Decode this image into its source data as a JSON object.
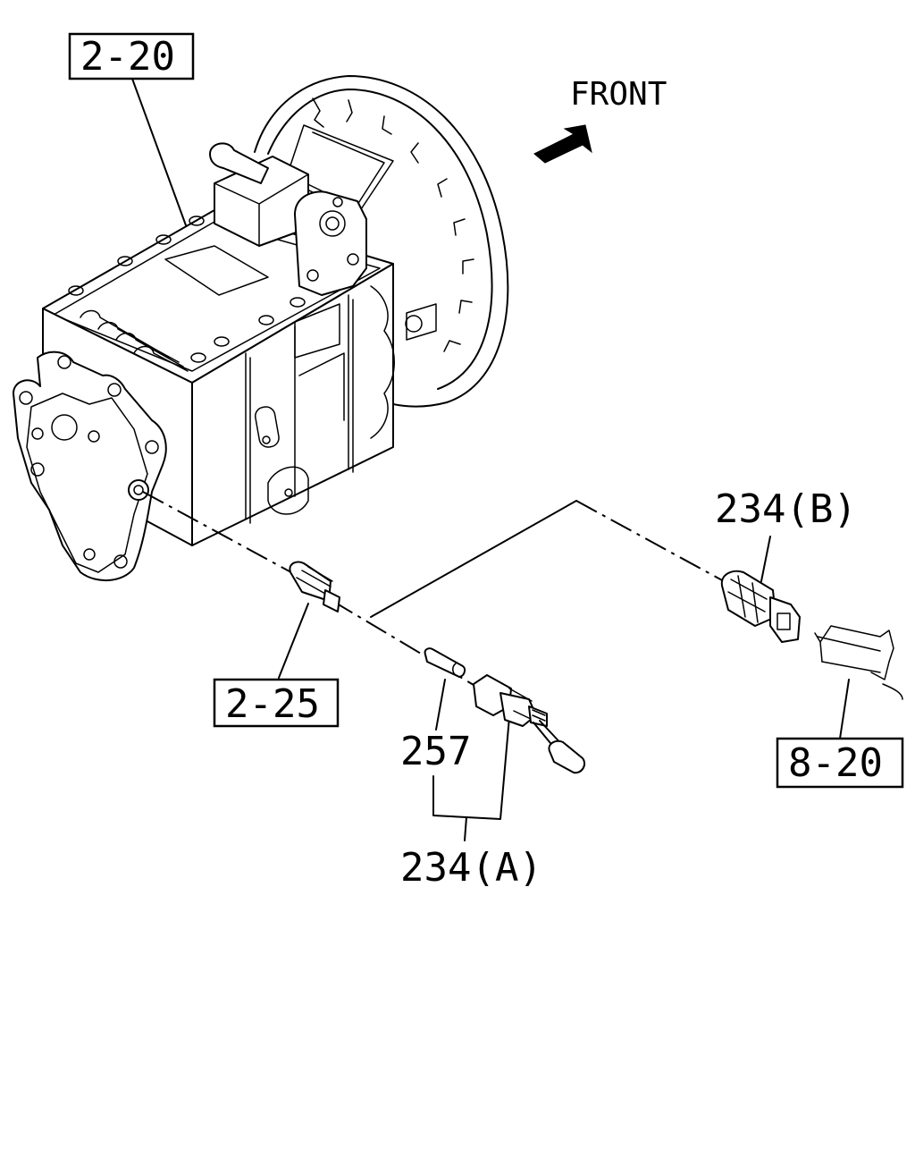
{
  "orientation": {
    "label": "FRONT",
    "icon": "arrow-icon"
  },
  "callouts": {
    "transmission_ref": "2-20",
    "plug_ref": "2-25",
    "pin_ref": "257",
    "switch_a": "234(A)",
    "switch_b": "234(B)",
    "bracket_ref": "8-20"
  }
}
